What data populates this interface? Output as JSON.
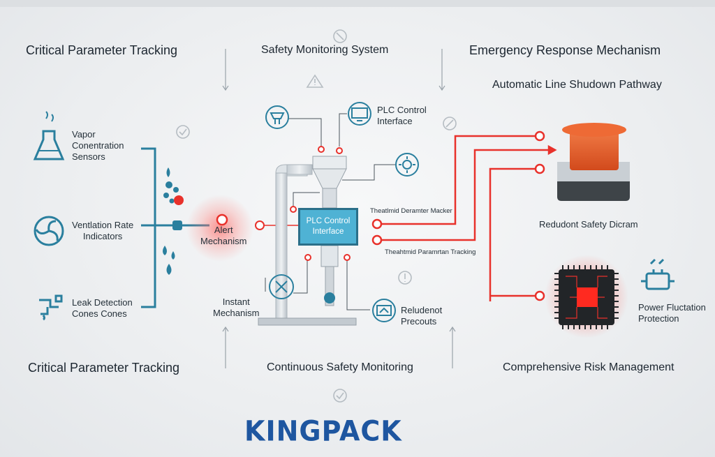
{
  "headers": {
    "top_left": "Critical Parameter Tracking",
    "top_center": "Safety Monitoring System",
    "top_right": "Emergency Response Mechanism",
    "top_right_sub": "Automatic Line Shudown Pathway",
    "bottom_left": "Critical Parameter Tracking",
    "bottom_center": "Continuous Safety Monitoring",
    "bottom_right": "Comprehensive Risk Management"
  },
  "sensors": {
    "vapor": [
      "Vapor",
      "Conentration",
      "Sensors"
    ],
    "ventilation": [
      "Ventlation Rate",
      "Indicators"
    ],
    "leak": [
      "Leak Detection",
      "Cones Cones"
    ]
  },
  "center": {
    "alert": [
      "Alert",
      "Mechanism"
    ],
    "plc_top": [
      "PLC Control",
      "Interface"
    ],
    "plc_box": [
      "PLC Control",
      "Interface"
    ],
    "param_upper": "Theatlmid Deramter Macker",
    "param_lower": "Theahtmid Paramrtan Tracking",
    "instant": [
      "Instant",
      "Mechanism"
    ],
    "redundant": [
      "Reludenot",
      "Precouts"
    ]
  },
  "right": {
    "safety_diagram": "Redudont Safety Dicram",
    "power": [
      "Power Fluctation",
      "Protection"
    ]
  },
  "colors": {
    "accent_red": "#e8312b",
    "teal": "#2a7f9e",
    "plc_blue": "#4fb2d4",
    "logo_blue": "#1e56a0",
    "button_orange": "#e2582a"
  },
  "logo": "KINGPACK"
}
